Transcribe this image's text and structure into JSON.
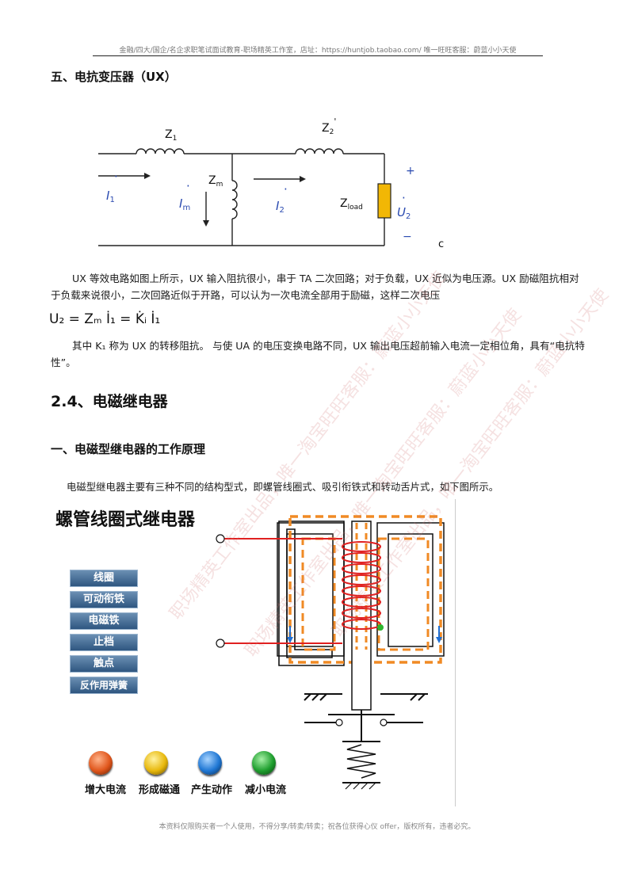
{
  "header": {
    "text": "金融/四大/国企/名企求职笔试面试教育-职场精英工作室，店址：https://huntjob.taobao.com/  唯一旺旺客服：蔚蓝小小天使"
  },
  "section_ux": {
    "heading": "五、电抗变压器（UX）",
    "circuit": {
      "z1": "Z",
      "z1_sub": "1",
      "z2": "Z",
      "z2_sub": "2",
      "z2_prime": "'",
      "zm": "Z",
      "zm_sub": "m",
      "zload": "Z",
      "zload_sub": "load",
      "i1": "I",
      "i1_sub": "1",
      "im": "I",
      "im_sub": "m",
      "i2": "I",
      "i2_sub": "2",
      "u2": "U",
      "u2_sub": "2",
      "plus": "+",
      "minus": "−",
      "c_label": "c",
      "dot": "·"
    },
    "para1": "UX 等效电路如图上所示，UX 输入阻抗很小，串于 TA 二次回路；对于负载，UX 近似为电压源。UX 励磁阻抗相对于负载来说很小，二次回路近似于开路，可以认为一次电流全部用于励磁，这样二次电压",
    "formula": "U₂ = Zₘ İ₁ = K̇ᵢ İ₁",
    "para2": "其中 K₁ 称为 UX 的转移阻抗。 与使 UA 的电压变换电路不同，UX 输出电压超前输入电流一定相位角，具有“电抗特性”。"
  },
  "section_relay": {
    "heading": "2.4、电磁继电器",
    "subheading": "一、电磁型继电器的工作原理",
    "para": "电磁型继电器主要有三种不同的结构型式，即螺管线圈式、吸引衔铁式和转动舌片式，如下图所示。",
    "figure": {
      "title": "螺管线圈式继电器",
      "menu": [
        "线圈",
        "可动衔铁",
        "电磁铁",
        "止档",
        "触点",
        "反作用弹簧"
      ],
      "buttons": [
        {
          "label": "增大电流",
          "color": "#e0561c"
        },
        {
          "label": "形成磁通",
          "color": "#e8b80c"
        },
        {
          "label": "产生动作",
          "color": "#1f77d4"
        },
        {
          "label": "减小电流",
          "color": "#1e9e2e"
        }
      ]
    }
  },
  "footer": {
    "text": "本资料仅限购买者一个人使用，不得分享/转卖/转卖；祝各位获得心仪 offer，版权所有，违者必究。"
  },
  "watermarks": [
    "职场精英工作室出品，唯一淘宝旺旺客服：蔚蓝小小天使",
    "职场精英工作室出品，唯一淘宝旺旺客服：蔚蓝小小天使",
    "职场精英工作室出品，唯一淘宝旺旺客服：蔚蓝小小天使"
  ]
}
